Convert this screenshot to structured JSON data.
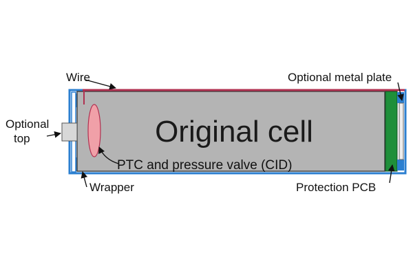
{
  "title": "Original cell",
  "labels": {
    "wire": "Wire",
    "metal_plate": "Optional metal plate",
    "optional_top_line1": "Optional",
    "optional_top_line2": "top",
    "ptc": "PTC and pressure valve (CID)",
    "wrapper": "Wrapper",
    "pcb": "Protection PCB"
  },
  "colors": {
    "wrapper": "#2b7fd0",
    "cell_body": "#b4b4b4",
    "wire": "#b03050",
    "ptc": "#f0a0a8",
    "pcb": "#1f8f3a",
    "top_cap": "#d8d8d8",
    "metal_plate": "#ededed"
  }
}
